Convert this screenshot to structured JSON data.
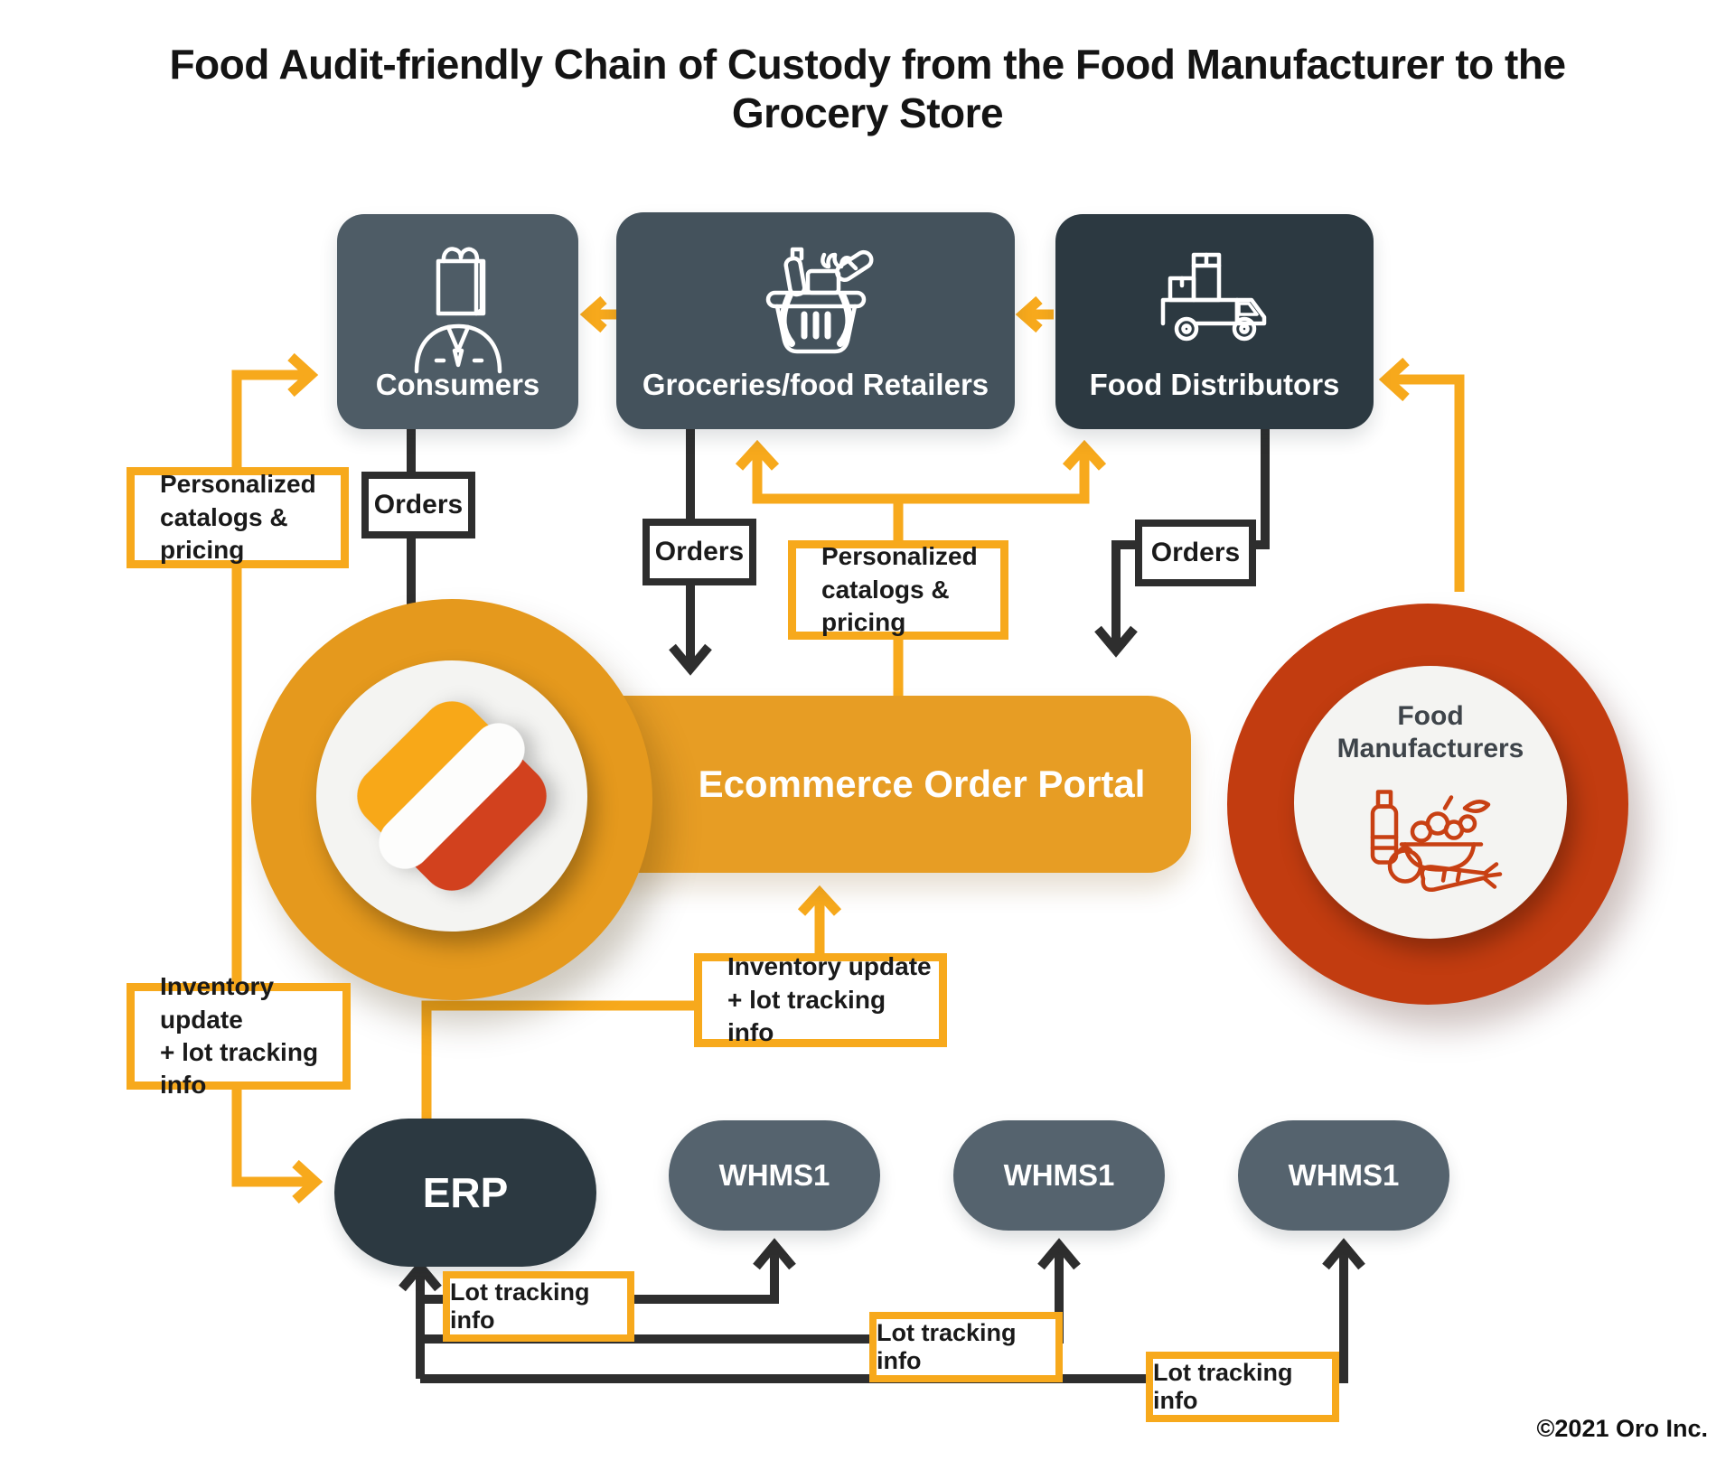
{
  "title": "Food Audit-friendly Chain of Custody from the Food Manufacturer to the Grocery Store",
  "colors": {
    "accent_yellow": "#F7A91C",
    "portal_orange": "#E79D24",
    "manufacturer_red": "#C23C10",
    "logo_yellow": "#F8A818",
    "logo_red": "#D2411E",
    "box_slate_light": "#4E5C66",
    "box_slate_mid": "#44525C",
    "box_slate_dark": "#2C3941",
    "pill_gray": "#55636E",
    "line_dark": "#2E2E2E"
  },
  "top_row": [
    {
      "label": "Consumers",
      "icon": "consumer-icon"
    },
    {
      "label": "Groceries/food Retailers",
      "icon": "grocery-basket-icon"
    },
    {
      "label": "Food Distributors",
      "icon": "delivery-truck-icon"
    }
  ],
  "portal": {
    "label": "Ecommerce Order Portal",
    "logo": "oro-logo-icon"
  },
  "manufacturers": {
    "lines": [
      "Food",
      "Manufacturers"
    ],
    "icon": "food-products-icon"
  },
  "labels": {
    "orders": [
      "Orders",
      "Orders",
      "Orders"
    ],
    "personalized_left": [
      "Personalized",
      "catalogs & pricing"
    ],
    "personalized_mid": [
      "Personalized",
      "catalogs & pricing"
    ],
    "inventory_left": [
      "Inventory update",
      "+ lot tracking info"
    ],
    "inventory_mid": [
      "Inventory update",
      "+ lot tracking info"
    ],
    "lot_tracking": [
      "Lot tracking info",
      "Lot tracking info",
      "Lot tracking info"
    ]
  },
  "bottom_row": {
    "erp": "ERP",
    "whms": [
      "WHMS1",
      "WHMS1",
      "WHMS1"
    ]
  },
  "footer": {
    "copyright": "©2021 Oro Inc."
  }
}
